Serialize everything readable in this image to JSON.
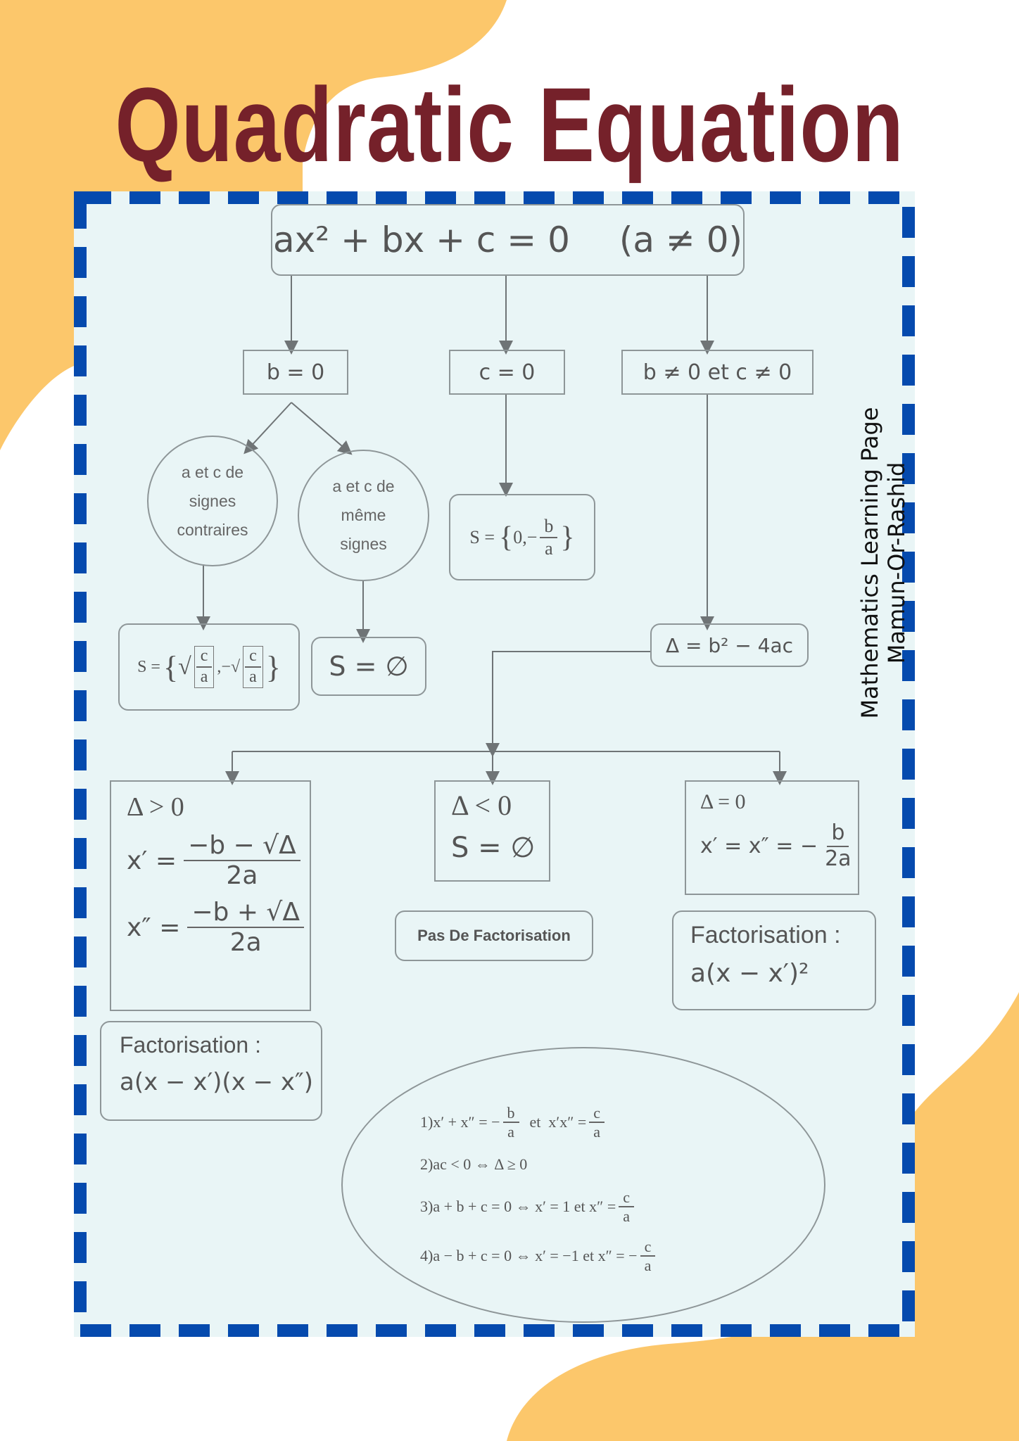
{
  "title": "Quadratic Equation",
  "side_text": {
    "line1": "Mathematics Learning Page",
    "line2": "Mamun-Or-Rashid"
  },
  "colors": {
    "title": "#75212a",
    "blob": "#fcc76b",
    "frame_dashes": "#054aae",
    "panel": "#e9f5f6",
    "lines": "#6f7476"
  },
  "diagram": {
    "equation": {
      "main": "ax² + bx + c = 0",
      "condition": "(a ≠ 0)"
    },
    "case_b0": "b = 0",
    "case_c0": "c = 0",
    "case_bc": "b ≠ 0 et c ≠ 0",
    "circle_opposite": [
      "a et c de",
      "signes",
      "contraires"
    ],
    "circle_same": [
      "a et c de",
      "même",
      "signes"
    ],
    "sol_opposite": {
      "prefix": "S =",
      "frac_num": "c",
      "frac_den": "a"
    },
    "sol_same": "S = ∅",
    "sol_c0": {
      "prefix": "S =",
      "zero": "0,",
      "frac_num": "b",
      "frac_den": "a"
    },
    "delta_def": "Δ = b² − 4ac",
    "delta_pos": {
      "label": "Δ > 0",
      "x1_lhs": "x′ =",
      "x1_num": "−b − √Δ",
      "x1_den": "2a",
      "x2_lhs": "x″ =",
      "x2_num": "−b + √Δ",
      "x2_den": "2a"
    },
    "delta_neg": {
      "label": "Δ < 0",
      "solution": "S = ∅"
    },
    "delta_zero": {
      "label": "Δ = 0",
      "lhs": "x′ = x″ = −",
      "num": "b",
      "den": "2a"
    },
    "no_factor": "Pas De Factorisation",
    "factor_pos": {
      "label": "Factorisation :",
      "expr": "a(x − x′)(x − x″)"
    },
    "factor_zero": {
      "label": "Factorisation :",
      "expr": "a(x − x′)²"
    },
    "properties": [
      {
        "pre": "1)x′ + x″ = −",
        "num1": "b",
        "den1": "a",
        "mid": "  et  x′x″ =",
        "num2": "c",
        "den2": "a"
      },
      {
        "pre": "2)ac < 0 ⇔ Δ ≥ 0"
      },
      {
        "pre": "3)a + b + c = 0 ⇔ x′ = 1 et  x″ =",
        "num2": "c",
        "den2": "a"
      },
      {
        "pre": "4)a − b + c = 0 ⇔ x′ = −1 et  x″ = −",
        "num2": "c",
        "den2": "a"
      }
    ]
  }
}
